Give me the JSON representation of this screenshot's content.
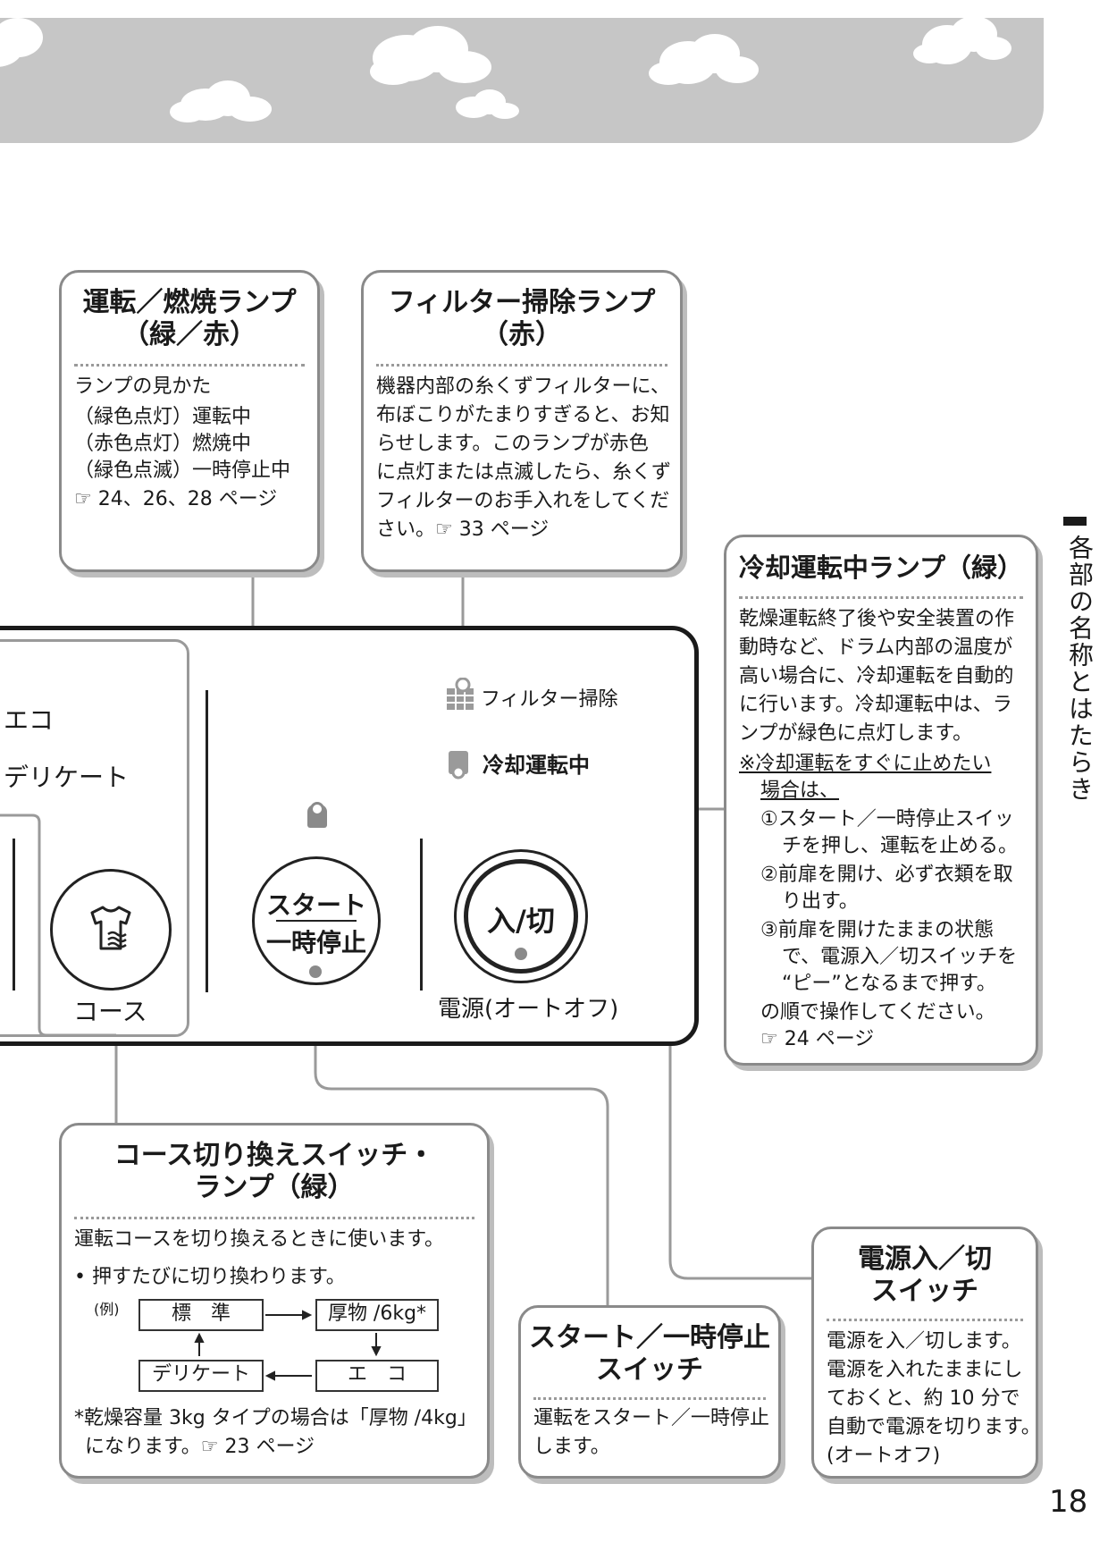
{
  "side_tab": {
    "label": "各部の名称とはたらき"
  },
  "page_number": "18",
  "panel": {
    "course_items": [
      "エコ",
      "デリケート"
    ],
    "course_label": "コース",
    "start_button": {
      "line1": "スタート",
      "line2": "一時停止"
    },
    "power_button": {
      "label": "入/切"
    },
    "power_label": "電源(オートオフ)",
    "filter_indicator": "フィルター掃除",
    "cooling_indicator": "冷却運転中"
  },
  "callouts": {
    "run_lamp": {
      "title_line1": "運転／燃焼ランプ",
      "title_line2": "（緑／赤）",
      "lines": [
        "ランプの見かた",
        "（緑色点灯）運転中",
        "（赤色点灯）燃焼中",
        "（緑色点滅）一時停止中",
        "☞ 24、26、28 ページ"
      ]
    },
    "filter_lamp": {
      "title_line1": "フィルター掃除ランプ",
      "title_line2": "（赤）",
      "lines": [
        "機器内部の糸くずフィルターに、",
        "布ぼこりがたまりすぎると、お知",
        "らせします。このランプが赤色",
        "に点灯または点滅したら、糸くず",
        "フィルターのお手入れをしてくだ",
        "さい。☞ 33 ページ"
      ]
    },
    "cooling_lamp": {
      "title": "冷却運転中ランプ（緑）",
      "lines": [
        "乾燥運転終了後や安全装置の作",
        "動時など、ドラム内部の温度が",
        "高い場合に、冷却運転を自動的",
        "に行います。冷却運転中は、ラ",
        "ンプが緑色に点灯します。"
      ],
      "note_line1": "※冷却運転をすぐに止めたい",
      "note_line2": "場合は、",
      "steps": [
        "①スタート／一時停止スイッ",
        "チを押し、運転を止める。",
        "②前扉を開け、必ず衣類を取",
        "り出す。",
        "③前扉を開けたままの状態",
        "で、電源入／切スイッチを",
        "“ピー”となるまで押す。"
      ],
      "footer": "の順で操作してください。",
      "ref": "☞ 24 ページ"
    },
    "course_switch": {
      "title_line1": "コース切り換えスイッチ・",
      "title_line2": "ランプ（緑）",
      "line1": "運転コースを切り換えるときに使います。",
      "bullet": "• 押すたびに切り換わります。",
      "example_label": "(例)",
      "flow": {
        "standard": "標　準",
        "heavy": "厚物 /6kg*",
        "eco": "エ　コ",
        "delicate": "デリケート"
      },
      "footnote1": "*乾燥容量 3kg タイプの場合は「厚物 /4kg」",
      "footnote2": "になります。☞ 23 ページ"
    },
    "start_switch": {
      "title_line1": "スタート／一時停止",
      "title_line2": "スイッチ",
      "lines": [
        "運転をスタート／一時停止",
        "します。"
      ]
    },
    "power_switch": {
      "title_line1": "電源入／切",
      "title_line2": "スイッチ",
      "lines": [
        "電源を入／切します。",
        "電源を入れたままにし",
        "ておくと、約 10 分で",
        "自動で電源を切ります。",
        "(オートオフ)"
      ]
    }
  }
}
